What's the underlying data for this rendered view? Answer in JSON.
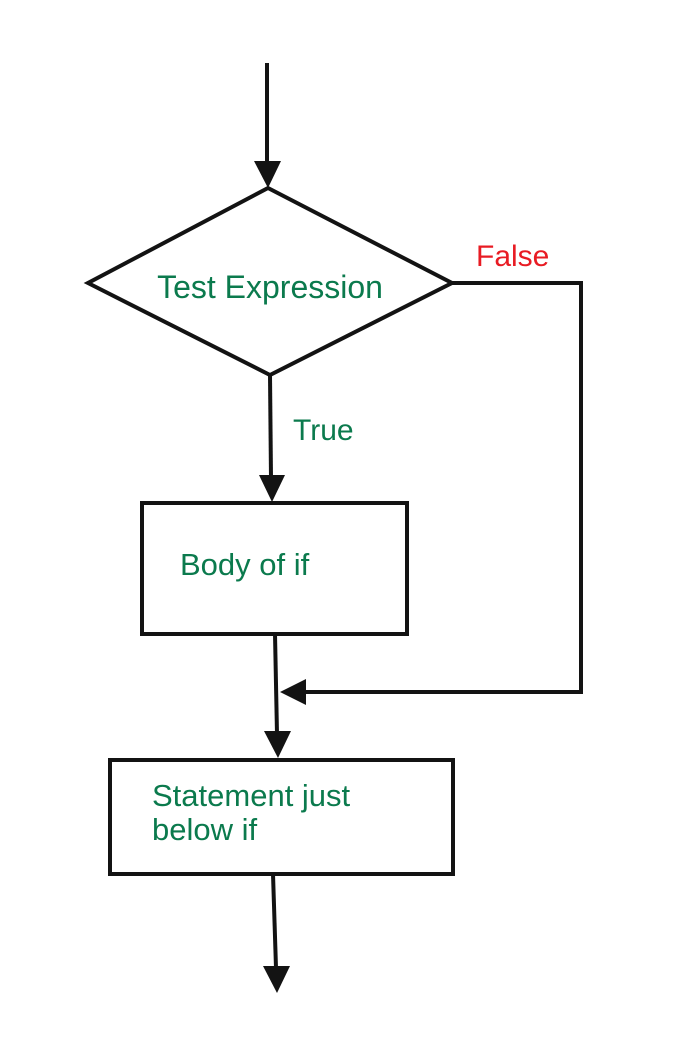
{
  "flowchart": {
    "nodes": [
      {
        "id": "decision",
        "type": "diamond",
        "label": "Test Expression"
      },
      {
        "id": "body",
        "type": "rect",
        "label": "Body of if"
      },
      {
        "id": "statement",
        "type": "rect",
        "label": "Statement just below if"
      }
    ],
    "edges": [
      {
        "from": "start",
        "to": "decision",
        "label": ""
      },
      {
        "from": "decision",
        "to": "body",
        "label": "True"
      },
      {
        "from": "decision",
        "to": "merge",
        "label": "False"
      },
      {
        "from": "body",
        "to": "statement",
        "label": ""
      },
      {
        "from": "statement",
        "to": "end",
        "label": ""
      }
    ],
    "colors": {
      "node_text_green": "#0b7a4d",
      "false_label_red": "#e81b23",
      "line_black": "#131313",
      "background": "#ffffff"
    }
  }
}
